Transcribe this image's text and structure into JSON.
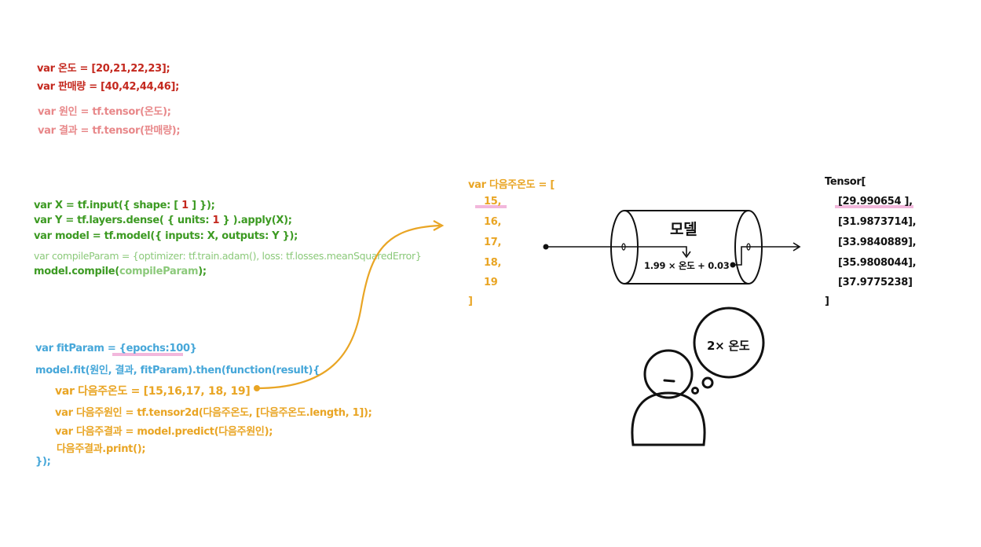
{
  "code": {
    "line_onDo": "var 온도 = [20,21,22,23];",
    "line_panmae": "var 판매량 = [40,42,44,46];",
    "line_wonin": "var 원인 = tf.tensor(온도);",
    "line_gyeolgwa": "var 결과 = tf.tensor(판매량);",
    "line_x_pre": "var X = tf.input({ shape: [ ",
    "line_x_num": "1",
    "line_x_post": " ] });",
    "line_y_pre": "var Y = tf.layers.dense( { units: ",
    "line_y_num": "1",
    "line_y_post": " } ).apply(X);",
    "line_model": "var model = tf.model({ inputs: X, outputs: Y });",
    "line_compileParam": "var compileParam = {optimizer: tf.train.adam(), loss: tf.losses.meanSquaredError}",
    "line_compile_pre": "model.compile(",
    "line_compile_arg": "compileParam",
    "line_compile_post": ");",
    "line_fitParam_pre": "var fitParam = ",
    "line_fitParam_val": "{epochs:100}",
    "line_fit": "model.fit(원인, 결과, fitParam).then(function(result){",
    "line_next_temp": "var 다음주온도 = [15,16,17, 18, 19]",
    "line_next_cause": "var 다음주원인 = tf.tensor2d(다음주온도, [다음주온도.length, 1]);",
    "line_next_result": "var 다음주결과 =  model.predict(다음주원인);",
    "line_print": "다음주결과.print();",
    "line_close": "});"
  },
  "input_array": {
    "header": "var 다음주온도 = [",
    "values": [
      "15,",
      "16,",
      "17,",
      "18,",
      "19"
    ],
    "close": "]"
  },
  "model": {
    "title": "모델",
    "formula": "1.99 × 온도 + 0.03"
  },
  "output_tensor": {
    "header": "Tensor[",
    "values": [
      "[29.990654 ],",
      "[31.9873714],",
      "[33.9840889],",
      "[35.9808044],",
      "[37.9775238]"
    ],
    "close": "]"
  },
  "thought": {
    "text": "2× 온도"
  },
  "colors": {
    "red": "#c4281e",
    "pink": "#e8888a",
    "green": "#3c9a22",
    "light_green": "#8bc97a",
    "blue": "#46a7d9",
    "orange": "#e9a524",
    "highlight": "#f2b7dc"
  }
}
